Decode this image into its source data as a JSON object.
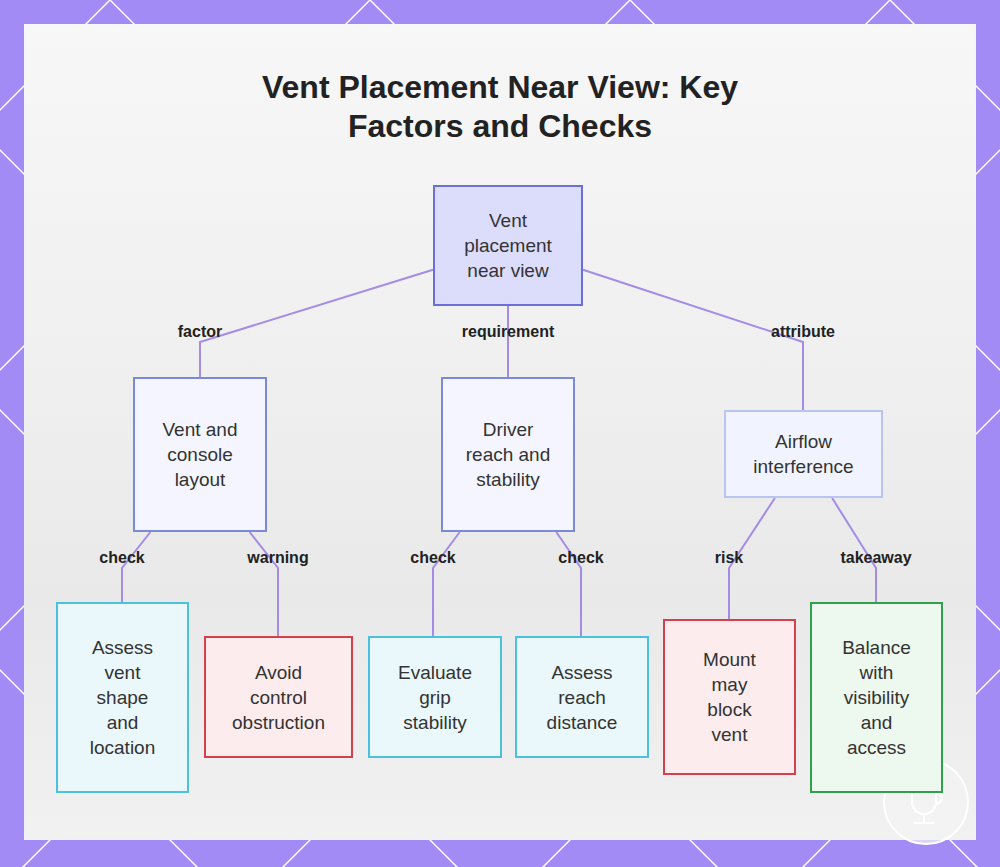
{
  "diagram": {
    "title": "Vent Placement Near View: Key Factors and Checks",
    "nodes": [
      {
        "text": [
          "Vent placement near view"
        ]
      },
      {
        "text": [
          "Vent and console layout"
        ]
      },
      {
        "text": [
          "Driver reach and stability"
        ]
      },
      {
        "text": [
          "Airflow interference"
        ]
      },
      {
        "text": [
          "Assess vent shape and location"
        ]
      },
      {
        "text": [
          "Avoid control obstruction"
        ]
      },
      {
        "text": [
          "Evaluate grip stability"
        ]
      },
      {
        "text": [
          "Assess reach distance"
        ]
      },
      {
        "text": [
          "Mount may block vent"
        ]
      },
      {
        "text": [
          "Balance with visibility and access"
        ]
      }
    ],
    "edges": [
      {
        "from": 0,
        "to": 1,
        "label": "factor",
        "arrow": "none"
      },
      {
        "from": 0,
        "to": 2,
        "label": "requirement",
        "arrow": "none"
      },
      {
        "from": 0,
        "to": 3,
        "label": "attribute",
        "arrow": "none"
      },
      {
        "from": 1,
        "to": 4,
        "label": "check",
        "arrow": "none"
      },
      {
        "from": 1,
        "to": 5,
        "label": "warning",
        "arrow": "none"
      },
      {
        "from": 2,
        "to": 6,
        "label": "check",
        "arrow": "none"
      },
      {
        "from": 2,
        "to": 7,
        "label": "check",
        "arrow": "none"
      },
      {
        "from": 3,
        "to": 8,
        "label": "risk",
        "arrow": "none"
      },
      {
        "from": 3,
        "to": 9,
        "label": "takeaway",
        "arrow": "none"
      }
    ]
  }
}
